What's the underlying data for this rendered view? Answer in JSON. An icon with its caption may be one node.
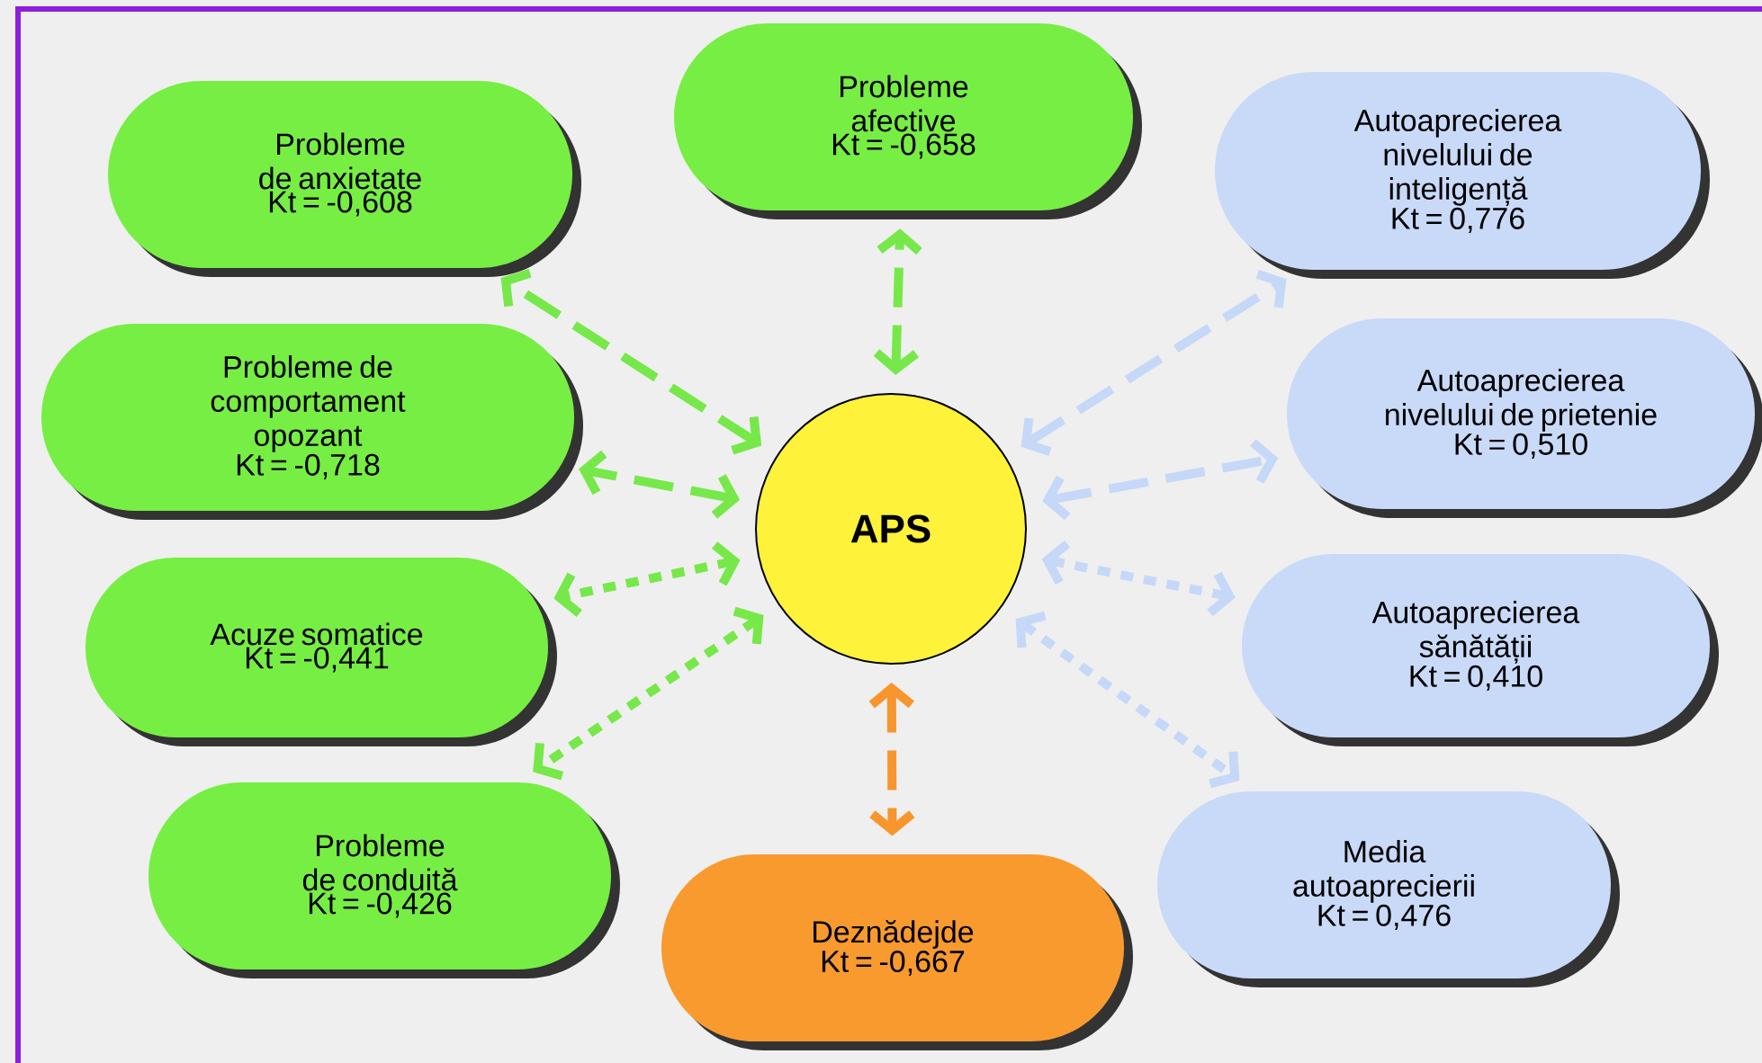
{
  "diagram": {
    "nodes": [
      {
        "text": [
          "APS"
        ]
      },
      {
        "text": [
          "Probleme afective",
          "Kt = -0,658"
        ]
      },
      {
        "text": [
          "Probleme de anxietate",
          "Kt = -0,608"
        ]
      },
      {
        "text": [
          "Probleme de comportament opozant",
          "Kt = -0,718"
        ]
      },
      {
        "text": [
          "Acuze somatice",
          "Kt = -0,441"
        ]
      },
      {
        "text": [
          "Probleme de conduită",
          "Kt = -0,426"
        ]
      },
      {
        "text": [
          "Deznădejde",
          "Kt = -0,667"
        ]
      },
      {
        "text": [
          "Autoaprecierea nivelului de inteligență",
          "Kt = 0,776"
        ]
      },
      {
        "text": [
          "Autoaprecierea nivelului de prietenie",
          "Kt = 0,510"
        ]
      },
      {
        "text": [
          "Autoaprecierea sănătății",
          "Kt = 0,410"
        ]
      },
      {
        "text": [
          "Media autoaprecierii",
          "Kt = 0,476"
        ]
      }
    ],
    "edges": [
      {
        "from": 0,
        "to": 1,
        "arrow": "both",
        "style": "dashed",
        "color": "#77e84a"
      },
      {
        "from": 0,
        "to": 2,
        "arrow": "both",
        "style": "dashed",
        "color": "#77e84a"
      },
      {
        "from": 0,
        "to": 3,
        "arrow": "both",
        "style": "dashed",
        "color": "#77e84a"
      },
      {
        "from": 0,
        "to": 4,
        "arrow": "both",
        "style": "dashed",
        "color": "#77e84a"
      },
      {
        "from": 0,
        "to": 5,
        "arrow": "both",
        "style": "dashed",
        "color": "#77e84a"
      },
      {
        "from": 0,
        "to": 6,
        "arrow": "both",
        "style": "dashed",
        "color": "#f7962d"
      },
      {
        "from": 0,
        "to": 7,
        "arrow": "both",
        "style": "dashed",
        "color": "#c6d8f7"
      },
      {
        "from": 0,
        "to": 8,
        "arrow": "both",
        "style": "dashed",
        "color": "#c6d8f7"
      },
      {
        "from": 0,
        "to": 9,
        "arrow": "both",
        "style": "dashed",
        "color": "#c6d8f7"
      },
      {
        "from": 0,
        "to": 10,
        "arrow": "both",
        "style": "dashed",
        "color": "#c6d8f7"
      }
    ]
  }
}
